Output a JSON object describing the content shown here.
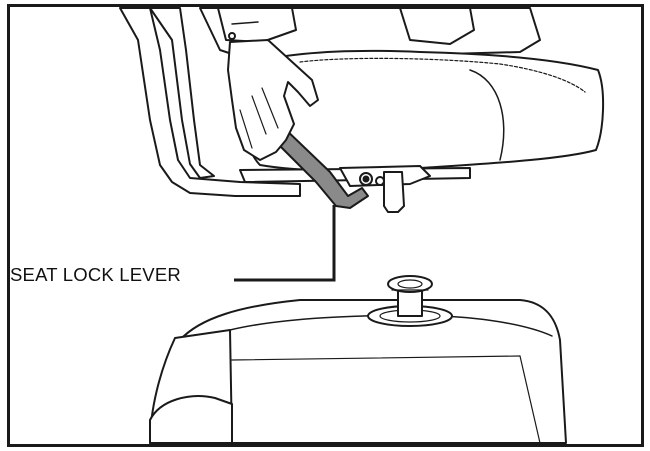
{
  "callout": {
    "label": "SEAT LOCK LEVER"
  },
  "colors": {
    "line": "#1a1a1a",
    "lever_fill": "#8a8a8a",
    "seat_fill": "#ffffff",
    "background": "#ffffff"
  },
  "illustration": {
    "subject": "seat-assembly-with-hand-on-lever",
    "base": "scooter-body-with-seat-post"
  }
}
